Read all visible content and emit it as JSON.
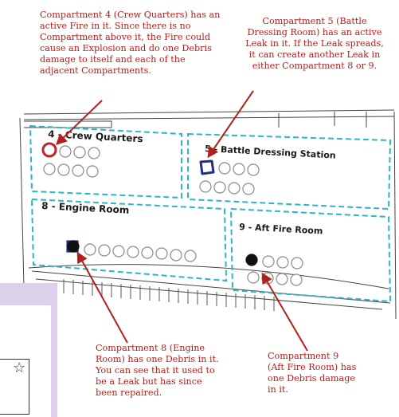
{
  "annotations": {
    "compartment_4": "Compartment 4 (Crew Quarters) has an active Fire in it. Since there is no Compartment above it, the Fire could cause an Explosion and do one Debris damage to itself and each of the adjacent Compartments.",
    "compartment_5": "Compartment 5 (Battle Dressing Room) has an active Leak in it. If the Leak spreads, it can create another Leak in either Compartment 8 or 9.",
    "compartment_8": "Compartment 8 (Engine Room) has one Debris in it. You can see that it used to be a Leak but has since been repaired.",
    "compartment_9": "Compartment 9 (Aft Fire Room) has one Debris damage in it."
  },
  "compartments": {
    "c4": {
      "label": "4 - Crew Quarters",
      "status": "fire"
    },
    "c5": {
      "label": "5 - Battle Dressing Station",
      "status": "leak"
    },
    "c8": {
      "label": "8 - Engine Room",
      "status": "debris (repaired leak)"
    },
    "c9": {
      "label": "9 - Aft Fire Room",
      "status": "debris"
    }
  },
  "colors": {
    "annotation_text": "#b3201b",
    "arrow": "#b3201b",
    "fire_marker": "#c0202a",
    "leak_marker": "#1f2f8a",
    "debris_marker": "#111111",
    "border_dashed": "#2ab5c8",
    "side_panel": "#dcd0ec"
  },
  "icons": {
    "fire": "red-ring-icon",
    "leak": "blue-square-icon",
    "debris": "black-blob-icon",
    "card": "star-icon"
  },
  "card": {
    "symbol": "☆"
  }
}
